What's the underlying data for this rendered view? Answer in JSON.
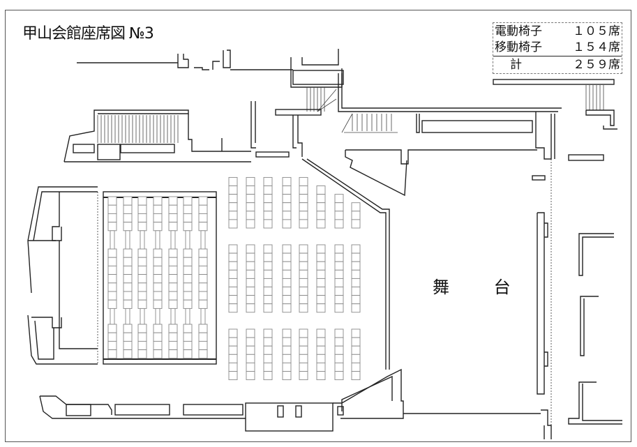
{
  "title": "甲山会館座席図 №3",
  "legend": {
    "rows": [
      {
        "label": "電動椅子",
        "value": "１０５席"
      },
      {
        "label": "移動椅子",
        "value": "１５４席"
      },
      {
        "label": "計",
        "value": "２５９席"
      }
    ]
  },
  "stage_label": "舞 台",
  "seating": {
    "electric_chairs": {
      "columns": 7,
      "groups": [
        4,
        7,
        4
      ],
      "total": 105
    },
    "movable_chairs": {
      "columns": 8,
      "groups": [
        [
          6,
          6,
          6,
          6,
          6,
          5,
          4,
          3
        ],
        [
          8,
          8,
          8,
          8,
          8,
          8,
          8,
          8
        ],
        [
          6,
          6,
          6,
          6,
          6,
          6,
          6,
          6
        ]
      ],
      "total": 154
    }
  }
}
